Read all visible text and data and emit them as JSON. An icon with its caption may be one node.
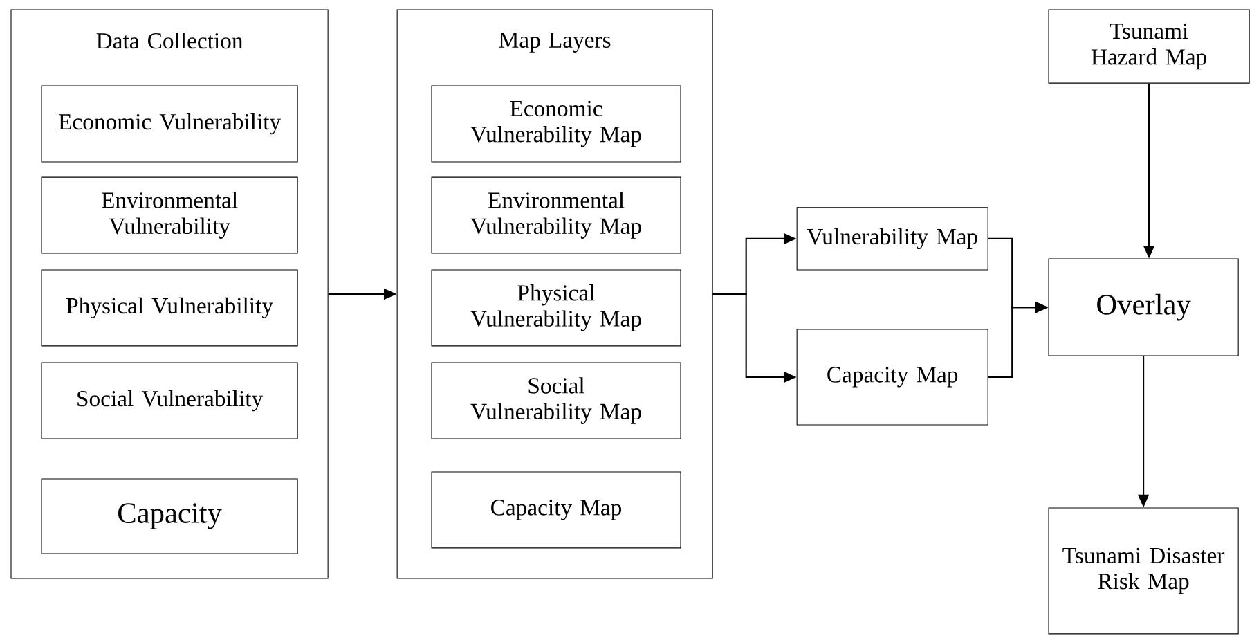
{
  "diagram": {
    "nodes": [
      {
        "text": [
          "Data Collection"
        ]
      },
      {
        "text": [
          "Economic Vulnerability"
        ],
        "in": 0
      },
      {
        "text": [
          "Environmental Vulnerability"
        ],
        "in": 0
      },
      {
        "text": [
          "Physical Vulnerability"
        ],
        "in": 0
      },
      {
        "text": [
          "Social Vulnerability"
        ],
        "in": 0
      },
      {
        "text": [
          "Capacity"
        ],
        "in": 0
      },
      {
        "text": [
          "Map Layers"
        ]
      },
      {
        "text": [
          "Economic Vulnerability Map"
        ],
        "in": 6
      },
      {
        "text": [
          "Environmental Vulnerability Map"
        ],
        "in": 6
      },
      {
        "text": [
          "Physical Vulnerability Map"
        ],
        "in": 6
      },
      {
        "text": [
          "Social Vulnerability Map"
        ],
        "in": 6
      },
      {
        "text": [
          "Capacity Map"
        ],
        "in": 6
      },
      {
        "text": [
          "Vulnerability Map"
        ]
      },
      {
        "text": [
          "Capacity Map"
        ]
      },
      {
        "text": [
          "Tsunami Hazard Map"
        ]
      },
      {
        "text": [
          "Overlay"
        ]
      },
      {
        "text": [
          "Tsunami Disaster Risk Map"
        ]
      }
    ],
    "edges": [
      {
        "from": 0,
        "to": 6,
        "arrow": "to"
      },
      {
        "from": 6,
        "to": 12,
        "arrow": "to"
      },
      {
        "from": 6,
        "to": 13,
        "arrow": "to"
      },
      {
        "from": 12,
        "to": 15,
        "arrow": "to"
      },
      {
        "from": 13,
        "to": 15,
        "arrow": "to"
      },
      {
        "from": 14,
        "to": 15,
        "arrow": "to"
      },
      {
        "from": 15,
        "to": 16,
        "arrow": "to"
      }
    ]
  }
}
